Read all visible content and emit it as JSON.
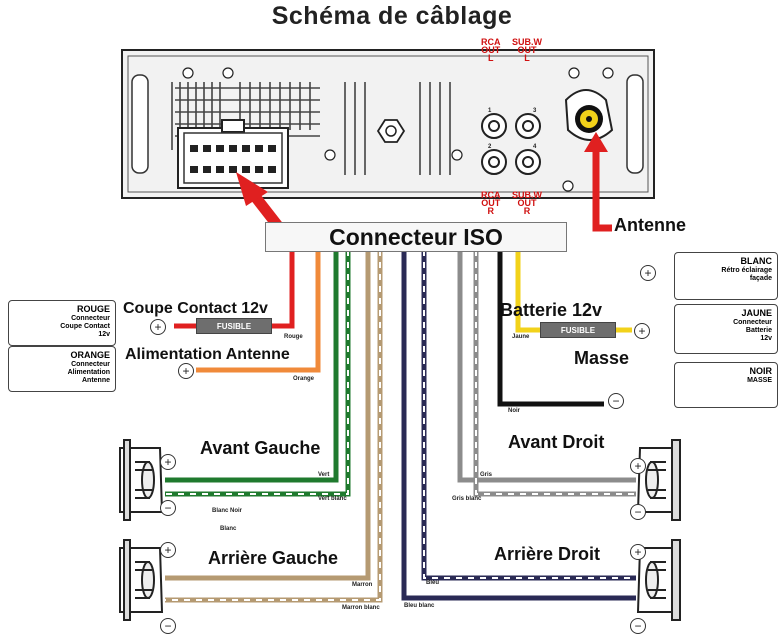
{
  "title": "Schéma de câblage",
  "iso_connector": "Connecteur ISO",
  "rca_top_left": [
    "RCA",
    "OUT",
    "L"
  ],
  "rca_top_right": [
    "SUB.W",
    "OUT",
    "L"
  ],
  "rca_bottom_left": [
    "RCA",
    "OUT",
    "R"
  ],
  "rca_bottom_right": [
    "SUB.W",
    "OUT",
    "R"
  ],
  "jack_numbers": [
    "1",
    "3",
    "2",
    "4"
  ],
  "antenna_label": "Antenne",
  "left_boxes": [
    {
      "title": "ROUGE",
      "lines": [
        "Connecteur",
        "Coupe Contact",
        "12v"
      ]
    },
    {
      "title": "ORANGE",
      "lines": [
        "Connecteur",
        "Alimentation",
        "Antenne"
      ]
    }
  ],
  "right_boxes": [
    {
      "title": "BLANC",
      "lines": [
        "Rétro éclairage",
        "façade"
      ]
    },
    {
      "title": "JAUNE",
      "lines": [
        "Connecteur",
        "Batterie",
        "12v"
      ]
    },
    {
      "title": "NOIR",
      "lines": [
        "MASSE"
      ]
    }
  ],
  "labels": {
    "coupe_contact": "Coupe Contact 12v",
    "alimentation_antenne": "Alimentation Antenne",
    "avant_gauche": "Avant Gauche",
    "arriere_gauche": "Arrière Gauche",
    "batterie": "Batterie 12v",
    "masse": "Masse",
    "avant_droit": "Avant Droit",
    "arriere_droit": "Arrière Droit"
  },
  "fuse_label": "FUSIBLE",
  "wire_labels": {
    "rouge": "Rouge",
    "orange": "Orange",
    "vert": "Vert",
    "vert_blanc": "Vert blanc",
    "blanc_noir": "Blanc Noir",
    "blanc": "Blanc",
    "marron": "Marron",
    "marron_blanc": "Marron blanc",
    "bleu": "Bleu",
    "bleu_blanc": "Bleu blanc",
    "jaune": "Jaune",
    "noir": "Noir",
    "gris": "Gris",
    "gris_blanc": "Gris blanc"
  },
  "colors": {
    "red": "#e02020",
    "orange": "#f08a3a",
    "green": "#1f7a2e",
    "tan": "#b59a72",
    "navy": "#2a2a55",
    "grey": "#8c8c8c",
    "yellow": "#f2d21a",
    "black": "#111111"
  }
}
